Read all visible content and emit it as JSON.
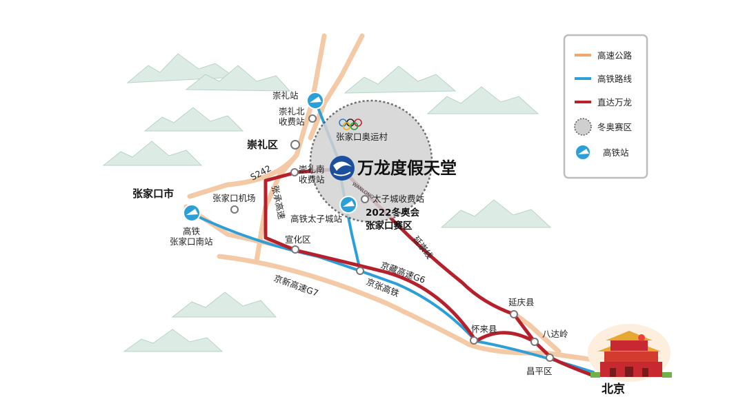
{
  "colors": {
    "highway": "#f4c9a6",
    "rail": "#2d9fd8",
    "direct": "#b5202b",
    "zone_fill": "#cfcfcf",
    "zone_stroke": "#555555",
    "mountain": "#cfe6dc"
  },
  "legend": {
    "highway": "高速公路",
    "rail": "高铁路线",
    "direct": "直达万龙",
    "zone": "冬奥赛区",
    "station": "高铁站"
  },
  "places": {
    "wanlong": "万龙度假天堂",
    "chongli_district": "崇礼区",
    "zhangjiakou_city": "张家口市",
    "beijing": "北京",
    "chongli_station": "崇礼站",
    "chongli_north_toll_1": "崇礼北",
    "chongli_north_toll_2": "收费站",
    "olympic_village": "张家口奥运村",
    "chongli_south_toll_1": "崇礼南",
    "chongli_south_toll_2": "收费站",
    "taizicheng_toll": "太子城收费站",
    "games_zone_1": "2022冬奥会",
    "games_zone_2": "张家口赛区",
    "zjk_airport": "张家口机场",
    "zjk_south_1": "高铁",
    "zjk_south_2": "张家口南站",
    "taizicheng_station": "高铁太子城站",
    "xuanhua": "宣化区",
    "yanqing": "延庆县",
    "huailai": "怀来县",
    "badaling": "八达岭",
    "changping": "昌平区",
    "resort_sign": "WANLONG"
  },
  "roads": {
    "s242": "S242",
    "zhangcheng": "张承高速",
    "yanchong": "延崇线",
    "jingzang": "京藏高速G6",
    "jingzhang": "京张高铁",
    "jingxin": "京新高速G7"
  }
}
